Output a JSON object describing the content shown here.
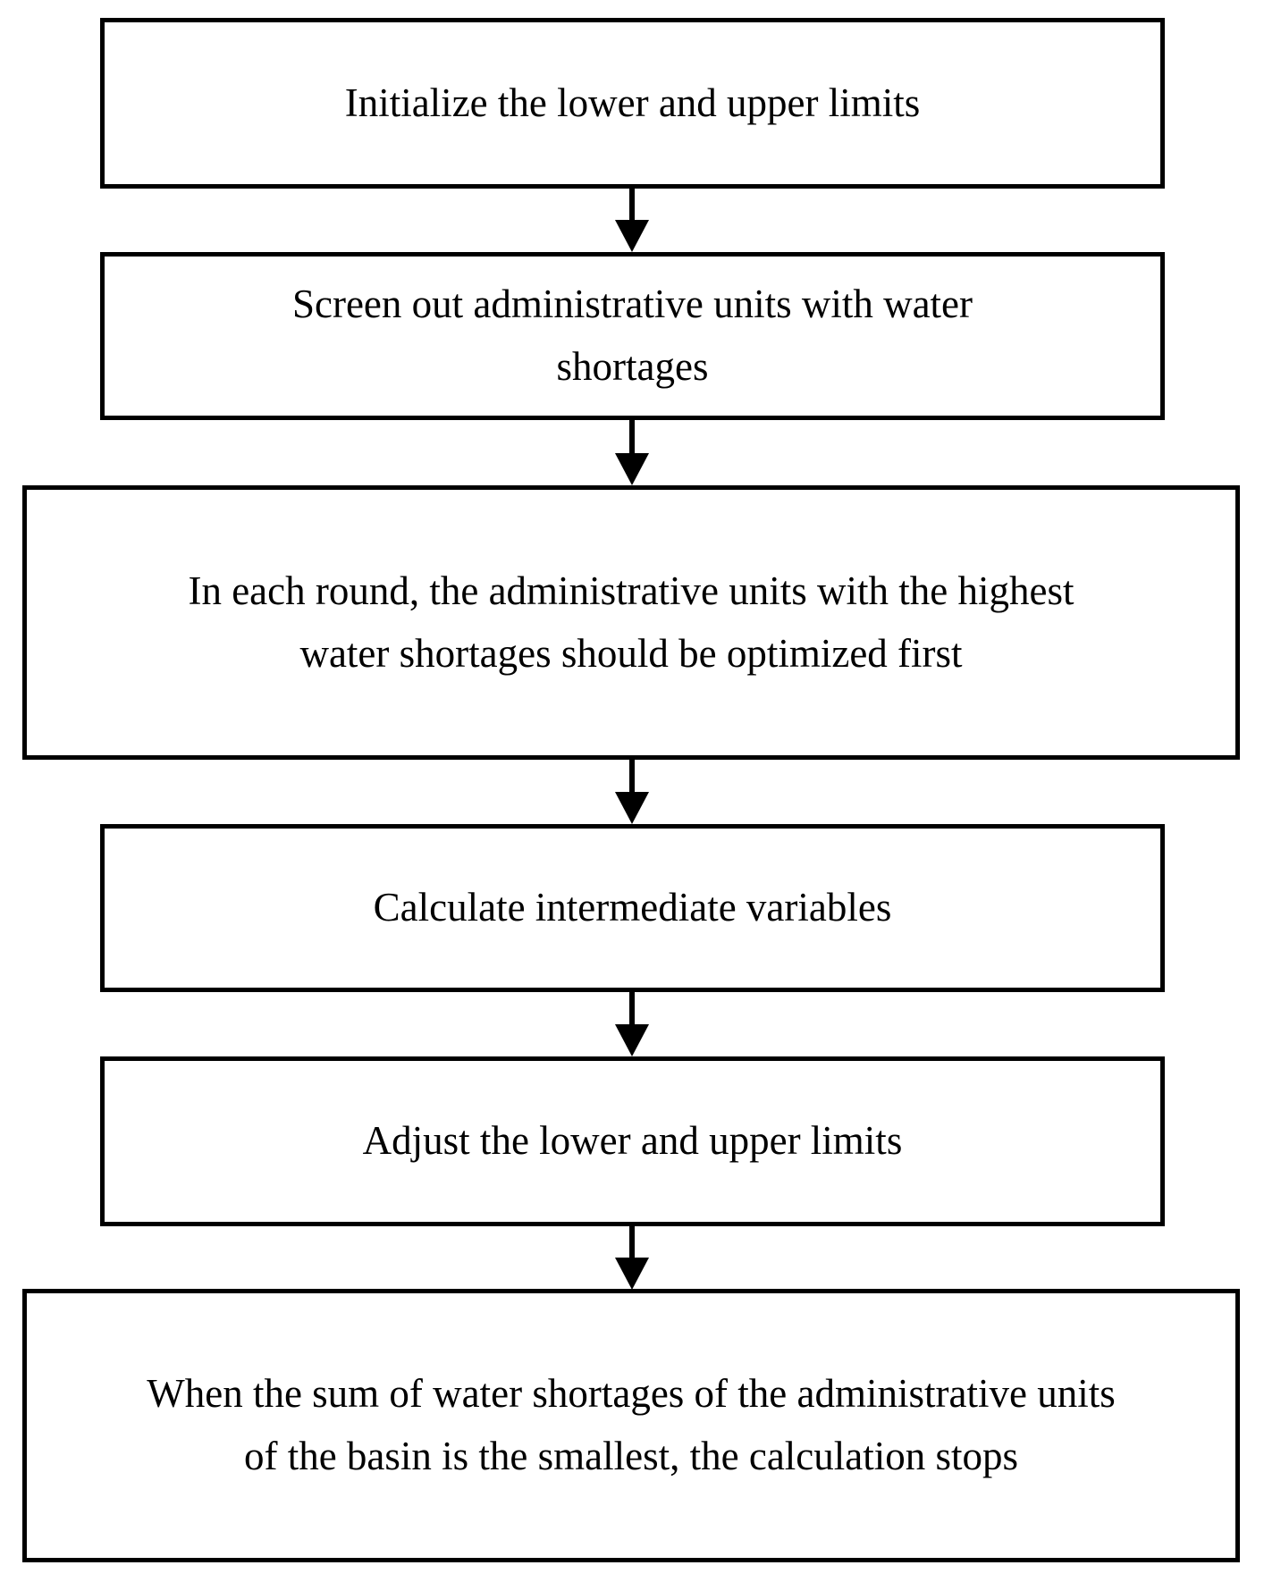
{
  "figure": {
    "type": "flowchart",
    "colors": {
      "background": "#ffffff",
      "border": "#000000",
      "text": "#000000",
      "arrow": "#000000"
    },
    "nodes": [
      {
        "id": "initialize-limits",
        "label": "Initialize the lower and upper limits"
      },
      {
        "id": "screen-units",
        "label": "Screen out administrative units with water\nshortages"
      },
      {
        "id": "optimize-highest-shortage",
        "label": "In each round, the administrative units  with the highest\nwater shortages should be optimized first"
      },
      {
        "id": "calculate-intermediate-variables",
        "label": "Calculate intermediate variables"
      },
      {
        "id": "adjust-limits",
        "label": "Adjust the lower and upper limits"
      },
      {
        "id": "stop-condition",
        "label": "When the sum of water shortages of the administrative units\nof the basin is the smallest, the calculation stops"
      }
    ],
    "edges": [
      {
        "from": "initialize-limits",
        "to": "screen-units",
        "direction": "down"
      },
      {
        "from": "screen-units",
        "to": "optimize-highest-shortage",
        "direction": "down"
      },
      {
        "from": "optimize-highest-shortage",
        "to": "calculate-intermediate-variables",
        "direction": "down"
      },
      {
        "from": "calculate-intermediate-variables",
        "to": "adjust-limits",
        "direction": "down"
      },
      {
        "from": "adjust-limits",
        "to": "stop-condition",
        "direction": "down"
      }
    ]
  }
}
